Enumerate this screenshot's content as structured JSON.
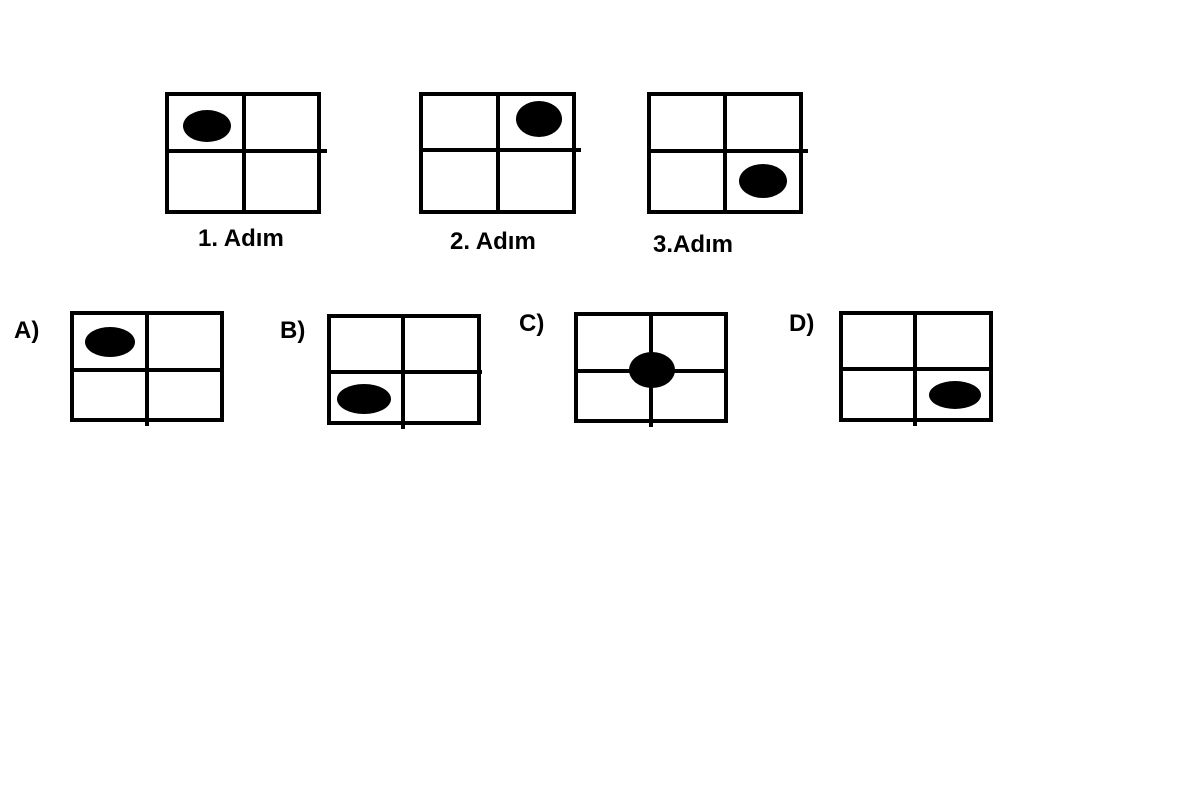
{
  "colors": {
    "ink": "#000000",
    "background": "#ffffff"
  },
  "steps": [
    {
      "label": "1. Adım",
      "dot": "top-left"
    },
    {
      "label": "2. Adım",
      "dot": "top-right"
    },
    {
      "label": "3.Adım",
      "dot": "bottom-right"
    }
  ],
  "options": [
    {
      "letter": "A)",
      "dot": "top-left"
    },
    {
      "letter": "B)",
      "dot": "bottom-left"
    },
    {
      "letter": "C)",
      "dot": "center"
    },
    {
      "letter": "D)",
      "dot": "bottom-right"
    }
  ]
}
